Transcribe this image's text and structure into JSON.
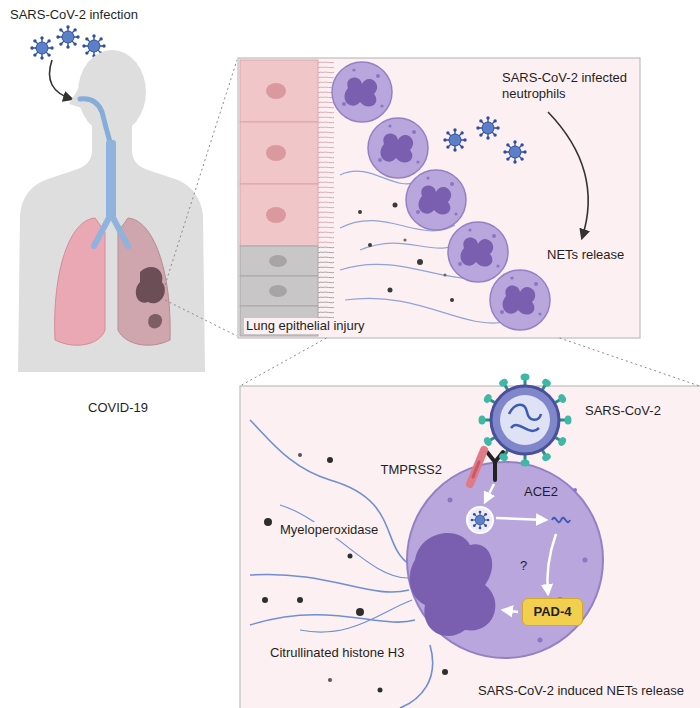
{
  "diagram": {
    "nodes": [
      {
        "text": [
          "SARS-CoV-2 infected neutrophils",
          "NETs release",
          "Lung epithelial injury"
        ]
      },
      {
        "text": [
          "SARS-CoV-2",
          "TMPRSS2",
          "ACE2",
          "Myeloperoxidase",
          "?",
          "Citrullinated histone H3",
          "SARS-CoV-2 induced NETs release"
        ]
      },
      {
        "text": [
          "PAD-4"
        ],
        "in": 1
      }
    ],
    "edges": [
      {
        "from": 0,
        "to": 1,
        "arrow": "none"
      },
      {
        "from": 0,
        "to": 1,
        "arrow": "none"
      }
    ],
    "labels": [
      "SARS-CoV-2 infection",
      "COVID-19"
    ]
  }
}
